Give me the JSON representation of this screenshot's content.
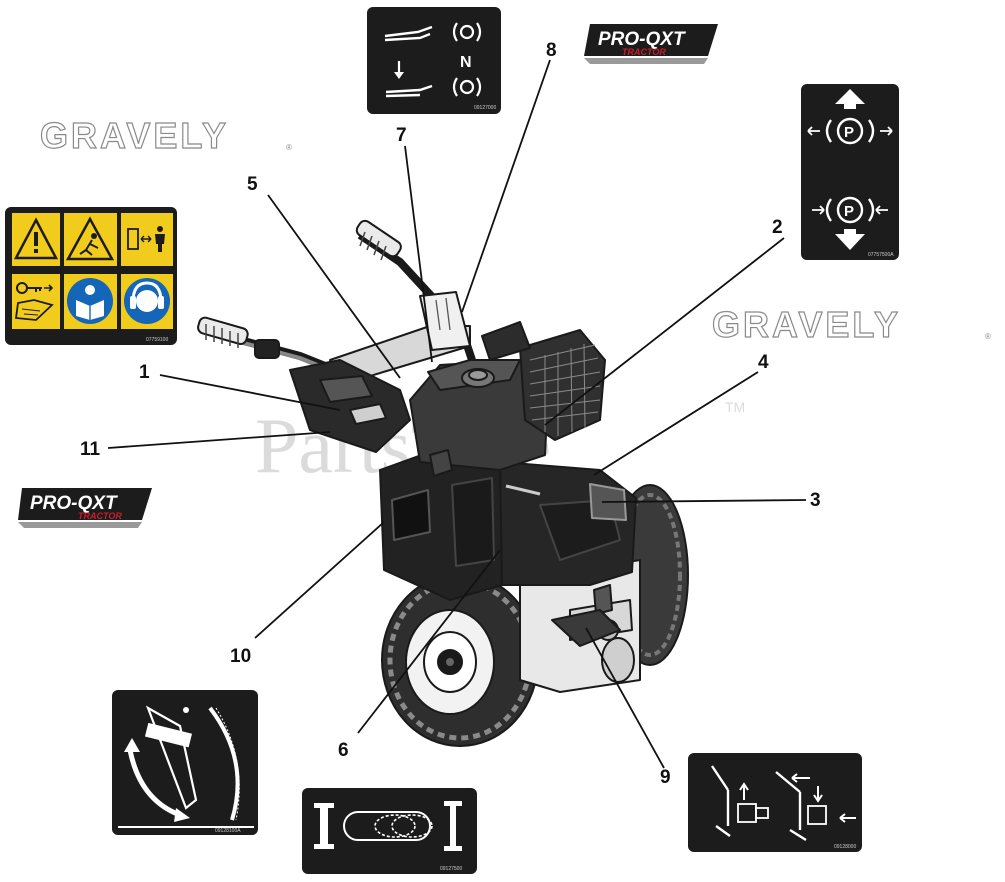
{
  "brand": {
    "gravely_text": "GRAVELY",
    "registered_mark": "®",
    "pro_qxt_text": "PRO-QXT",
    "tractor_text": "TRACTOR",
    "watermark_text": "PartsTree",
    "watermark_tm": "TM"
  },
  "callouts": [
    "1",
    "2",
    "3",
    "4",
    "5",
    "6",
    "7",
    "8",
    "9",
    "10",
    "11"
  ],
  "decals": {
    "clutch_label": "N",
    "clutch_part": "09127000",
    "safety_part": "07759100",
    "parking_part": "07757500A",
    "lever_part": "09128100A",
    "hitch_part": "09127500",
    "pin_part": "09128000"
  },
  "colors": {
    "decal_black": "#1c1c1c",
    "safety_yellow": "#f2cc1c",
    "mandatory_blue": "#1565b8",
    "pro_red": "#c8202a"
  },
  "icons": [
    "warning-triangle-icon",
    "kickback-hazard-icon",
    "keep-distance-icon",
    "remove-key-icon",
    "read-manual-icon",
    "hearing-protection-icon",
    "parking-brake-icon",
    "lever-arrow-icon"
  ]
}
